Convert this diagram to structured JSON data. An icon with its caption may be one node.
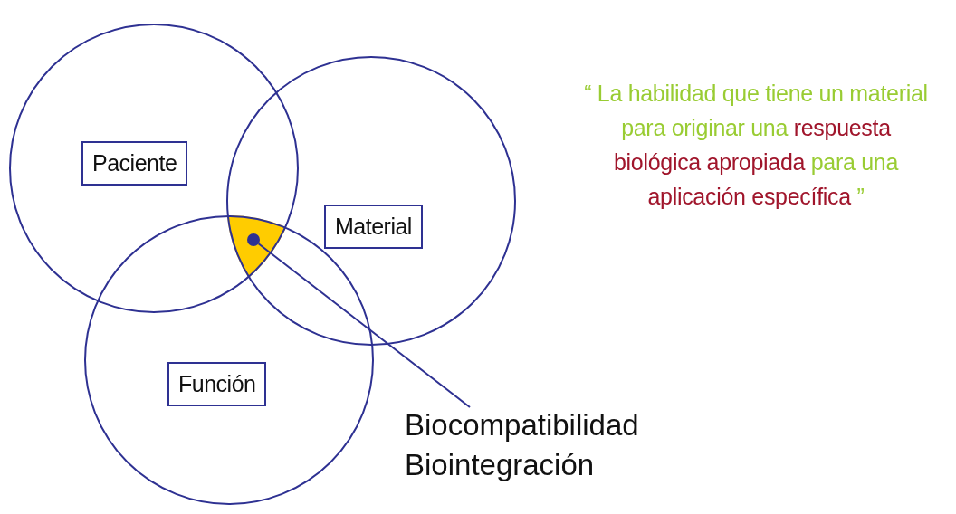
{
  "diagram": {
    "nodes": [
      {
        "text": [
          "Paciente"
        ]
      },
      {
        "text": [
          "Material"
        ]
      },
      {
        "text": [
          "Función"
        ]
      },
      {
        "text": [],
        "shape": "circle"
      },
      {
        "text": [
          "Biocompatibilidad",
          "Biointegración"
        ]
      }
    ],
    "edges": [
      {
        "from": 4,
        "to": 3,
        "arrow": "none"
      }
    ],
    "labels": [
      "“ La habilidad que tiene un material para originar una",
      "respuesta biológica apropiada",
      "para una",
      "aplicación específica",
      "”"
    ]
  }
}
